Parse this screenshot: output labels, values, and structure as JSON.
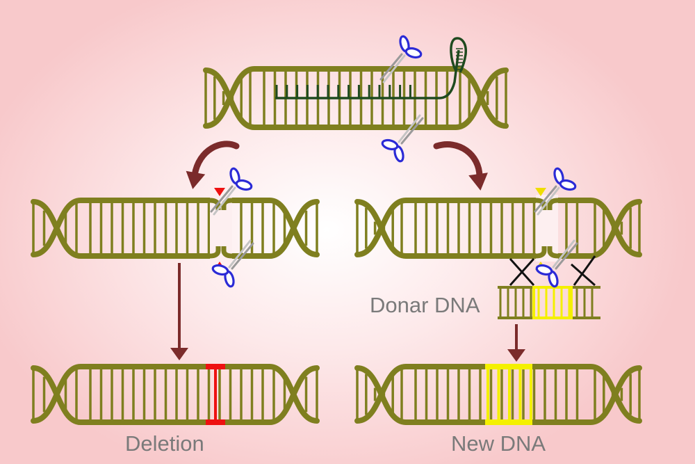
{
  "labels": {
    "donor": "Donar DNA",
    "deletion": "Deletion",
    "new_dna": "New DNA"
  },
  "colors": {
    "strand": "#7f7f1f",
    "guide_rna": "#1f4a1f",
    "arrow": "#7b2b2b",
    "deletion_mark": "#ee1111",
    "cut_mark_left": "#ee1111",
    "cut_mark_right": "#eedd00",
    "insert": "#f4f000",
    "scissor_blade": "#2b2bd6"
  },
  "icons": [
    "scissors-icon",
    "guide-rna-hairpin-icon",
    "cut-site-marker-icon",
    "curved-arrow-icon",
    "down-arrow-icon"
  ]
}
